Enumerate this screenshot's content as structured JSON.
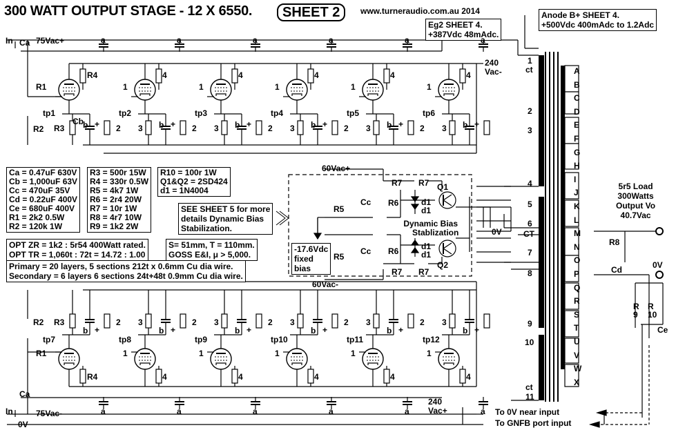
{
  "header": {
    "title": "300 WATT OUTPUT STAGE - 12 X 6550.",
    "sheet": "SHEET 2",
    "website": "www.turneraudio.com.au  2014"
  },
  "notes": {
    "eg2": [
      "Eg2 SHEET 4.",
      "+387Vdc 48mAdc."
    ],
    "anode": [
      "Anode B+  SHEET 4.",
      "+500Vdc  400mAdc to 1.2Adc"
    ],
    "see_sheet5": [
      "SEE SHEET 5 for more",
      "details Dynamic Bias",
      "Stabilization."
    ],
    "bias": [
      "-17.6Vdc",
      "fixed",
      "bias"
    ],
    "dynamic_bias": [
      "Dynamic Bias",
      "Stablization"
    ],
    "load": [
      "5r5 Load",
      "300Watts",
      "Output Vo",
      "40.7Vac"
    ],
    "to_0v": "To 0V near input",
    "to_gnfb": "To GNFB port input"
  },
  "parts_table": {
    "col1": [
      "Ca = 0.47uF  630V",
      "Cb = 1,000uF  63V",
      "Cc = 470uF  35V",
      "Cd = 0.22uF 400V",
      "Ce = 680uF 400V",
      "R1 = 2k2  0.5W",
      "R2 = 120k  1W"
    ],
    "col2": [
      "R3 = 500r  15W",
      "R4 = 330r  0.5W",
      "R5 = 4k7  1W",
      "R6 = 2r4 20W",
      "R7 = 10r 1W",
      "R8 = 4r7 10W",
      "R9 = 1k2  2W"
    ],
    "col3": [
      "R10 = 100r 1W",
      "Q1&Q2 = 2SD424",
      "d1 = 1N4004"
    ]
  },
  "opt_specs": {
    "zr": "OPT ZR = 1k2 : 5r54  400Watt rated.",
    "tr": "OPT TR = 1,060t : 72t = 14.72 : 1.00",
    "core1": "S= 51mm, T = 110mm.",
    "core2": "GOSS E&I, μ > 5,000.",
    "primary": "Primary = 20 layers, 5 sections 212t x 0.6mm Cu dia wire.",
    "secondary": "Secondary = 6 layers 6 sections 24t+48t 0.9mm Cu dia wire."
  },
  "rails": {
    "top_in": "In",
    "top_ac": "75Vac+",
    "bot_in": "In",
    "bot_ac": "75Vac-",
    "zero": "0V",
    "v240_top": [
      "240",
      "Vac-"
    ],
    "v240_bot": [
      "240",
      "Vac+"
    ],
    "v60_top": "60Vac+",
    "v60_bot": "60Vac-",
    "zero_v_mid": "0V",
    "zero_v_out": "0V"
  },
  "test_points": {
    "top": [
      "tp1",
      "tp2",
      "tp3",
      "tp4",
      "tp5",
      "tp6"
    ],
    "bottom": [
      "tp7",
      "tp8",
      "tp9",
      "tp10",
      "tp11",
      "tp12"
    ]
  },
  "labels": {
    "a": "a",
    "b": "b",
    "plus": "+",
    "ca": "Ca",
    "cb": "Cb",
    "cc": "Cc",
    "cd": "Cd",
    "ce": "Ce",
    "r1": "R1",
    "r2": "R2",
    "r3": "R3",
    "r4": "R4",
    "r5": "R5",
    "r6": "R6",
    "r7": "R7",
    "r8": "R8",
    "r9": [
      "R",
      "9"
    ],
    "r10": [
      "R",
      "10"
    ],
    "q1": "Q1",
    "q2": "Q2",
    "d1": "d1",
    "n1": "1",
    "n2": "2",
    "n3": "3",
    "n4": "4"
  },
  "transformer": {
    "primary_pins": [
      "1",
      "ct",
      "2",
      "3",
      "4",
      "5",
      "6",
      "CT",
      "7",
      "8",
      "9",
      "10",
      "ct",
      "11"
    ],
    "secondary_taps": [
      "A",
      "B",
      "C",
      "D",
      "E",
      "F",
      "G",
      "H",
      "I",
      "J",
      "K",
      "L",
      "M",
      "N",
      "O",
      "P",
      "Q",
      "R",
      "S",
      "T",
      "U",
      "V",
      "W",
      "X"
    ]
  }
}
